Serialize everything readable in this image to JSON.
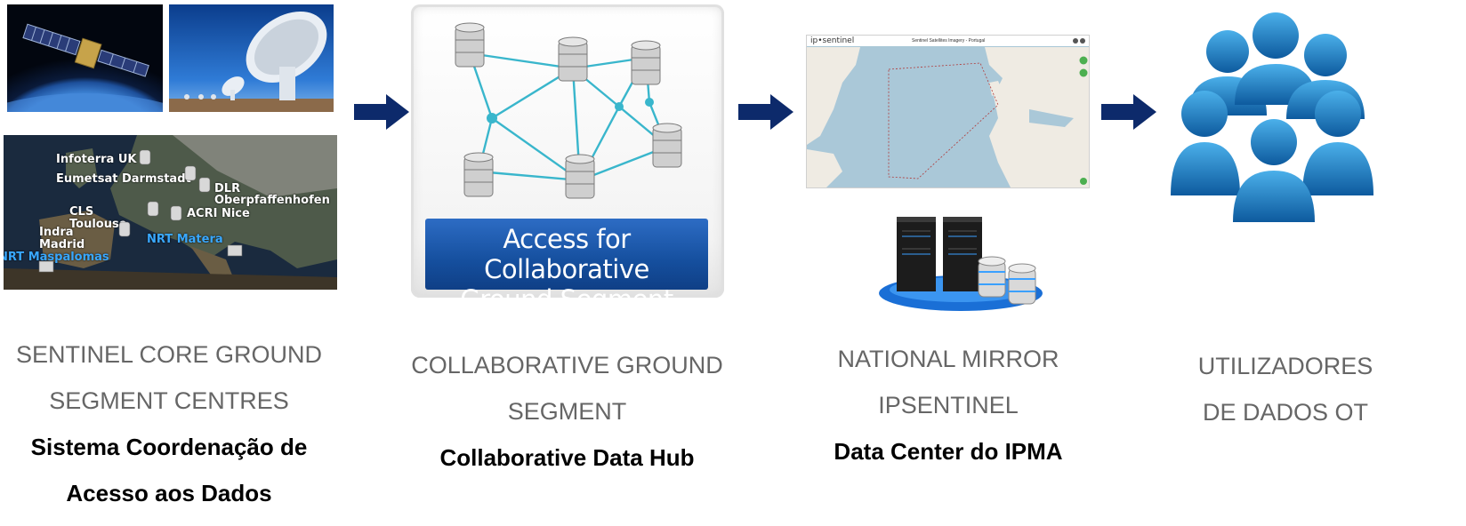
{
  "columns": [
    {
      "caption_lines": [
        "SENTINEL CORE GROUND",
        "SEGMENT CENTRES"
      ],
      "caption_bold_lines": [
        "Sistema Coordenação de",
        "Acesso aos Dados"
      ],
      "map_labels": [
        "Infoterra UK",
        "Eumetsat Darmstadt",
        "DLR",
        "Oberpfaffenhofen",
        "CLS",
        "Toulouse",
        "ACRI Nice",
        "Indra",
        "Madrid",
        "NRT Matera",
        "NRT Maspalomas"
      ]
    },
    {
      "hub_label_line1": "Access for Collaborative",
      "hub_label_line2": "Ground Segment",
      "caption_lines": [
        "COLLABORATIVE GROUND",
        "SEGMENT"
      ],
      "caption_bold_lines": [
        "Collaborative Data Hub"
      ]
    },
    {
      "app_logo": "ip•sentinel",
      "app_title": "Sentinel Satellites Imagery - Portugal",
      "caption_lines": [
        "NATIONAL MIRROR",
        "IPSENTINEL"
      ],
      "caption_bold_lines": [
        "Data Center do IPMA"
      ]
    },
    {
      "caption_lines": [
        "UTILIZADORES",
        "DE DADOS OT"
      ]
    }
  ],
  "colors": {
    "arrow": "#0d2a6b",
    "caption_gray": "#666666",
    "hub_blue": "#154f9e",
    "user_blue": "#1f7fc0"
  },
  "icons": [
    "satellite-image",
    "radio-telescope-image",
    "europe-map-image",
    "database-network-icon",
    "map-screenshot",
    "server-rack-icon",
    "users-group-icon",
    "right-arrow-icon"
  ]
}
